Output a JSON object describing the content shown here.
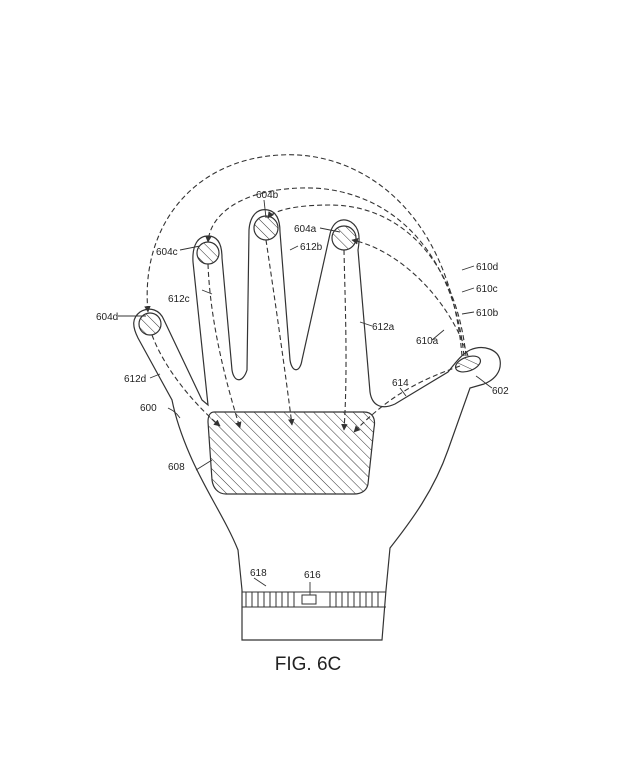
{
  "figure": {
    "caption": "FIG. 6C",
    "labels": {
      "glove": "600",
      "thumb_sensor": "602",
      "finger_a": "604a",
      "finger_b": "604b",
      "finger_c": "604c",
      "finger_d": "604d",
      "palm": "608",
      "path_610a": "610a",
      "path_610b": "610b",
      "path_610c": "610c",
      "path_610d": "610d",
      "path_612a": "612a",
      "path_612b": "612b",
      "path_612c": "612c",
      "path_612d": "612d",
      "path_614": "614",
      "cuff_device": "616",
      "cuff": "618"
    }
  }
}
